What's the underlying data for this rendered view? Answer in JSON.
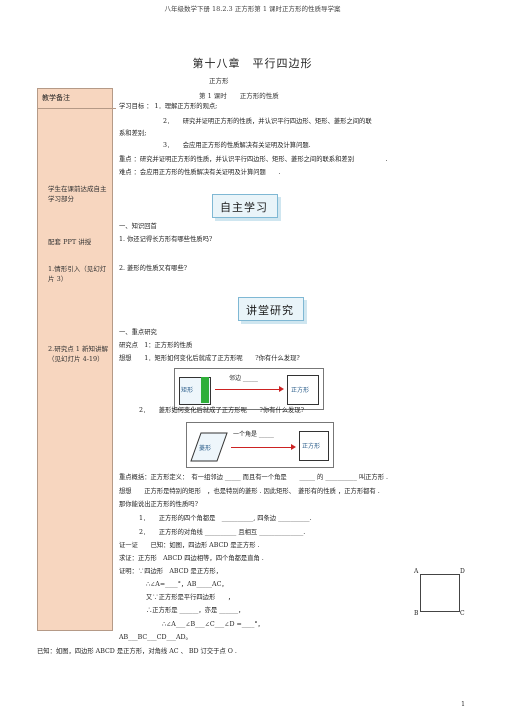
{
  "header": "八年级数学下册 18.2.3 正方形第 1 课时正方形的性质导学案",
  "title": "第十八章　平行四边形",
  "subtitle1": "正方形",
  "subtitle2": "第 1 课时　　正方形的性质",
  "sidebar": {
    "heading": "教学备注",
    "note1": "学生在课前达成自主学习部分",
    "note2": "配套 PPT 讲授",
    "note3": "1.情形引入（见幻灯片 3）",
    "note4": "2.研究点 1 新知讲解（见幻灯片 4-19）"
  },
  "goals": [
    "学习目标 ： 1．理解正方形的观点;",
    "2．　　研究并证明正方形的性质，并认识平行四边形、矩形、菱形之间的联",
    "系和差别;",
    "3．　　会应用正方形的性质解决有关证明及计算问题.",
    "重点 ：研究并证明正方形的性质，并认识平行四边形、矩形、菱形之间的联系和差别　　　　　.",
    "难点 ：会应用正方形的性质解决有关证明及计算问题　　."
  ],
  "banner1": "自主学习",
  "review": [
    "一、知识回首",
    "1. 你还记得长方形有哪些性质吗?",
    "2. 菱形的性质又有哪些?"
  ],
  "banner2": "讲堂研究",
  "explore": [
    "一、重点研究",
    "研究点　1：正方形的性质",
    "想想　　1．矩形如何变化后就成了正方形呢　　?你有什么发现?",
    "2．　　菱形如何变化后就成了正方形呢　　?你有什么发现?"
  ],
  "fig1": {
    "left": "矩形",
    "right": "正方形",
    "label": "邻边 _____"
  },
  "fig2": {
    "left": "菱形",
    "right": "正方形",
    "label": "一个角是 _____"
  },
  "summary": [
    "重点概括：正方形定义：　有一组邻边 _____ 而且有一个角是　　_____ 的 __________ 叫正方形 .",
    "想想　　正方形是特别的矩形　，也是特别的菱形 . 因此矩形、　菱形有的性质 ，正方形都有 .",
    "那你能说出正方形的性质吗?",
    "1．　　正方形的四个角都是　__________, 四条边 __________.",
    "2．　　正方形的对角线 __________ 且相互 ______________.",
    "证一证　　已知：如图，四边形 ABCD 是正方形 .",
    "求证：正方形　ABCD 四边相等，四个角都是直角 .",
    "证明：∵四边形　ABCD 是正方形，",
    "∴∠A=____°，AB_____AC，",
    "又∵正方形是平行四边形　　，",
    "∴正方形是 ______，亦是 ______，",
    "∴∠A___∠B___∠C___∠D =____°，",
    "AB___BC___CD___AD。",
    "已知：如图，四边形 ABCD 是正方形，对角线 AC 、 BD 订交于点 O ."
  ],
  "square_labels": {
    "a": "A",
    "b": "B",
    "c": "C",
    "d": "D"
  },
  "page": "1"
}
